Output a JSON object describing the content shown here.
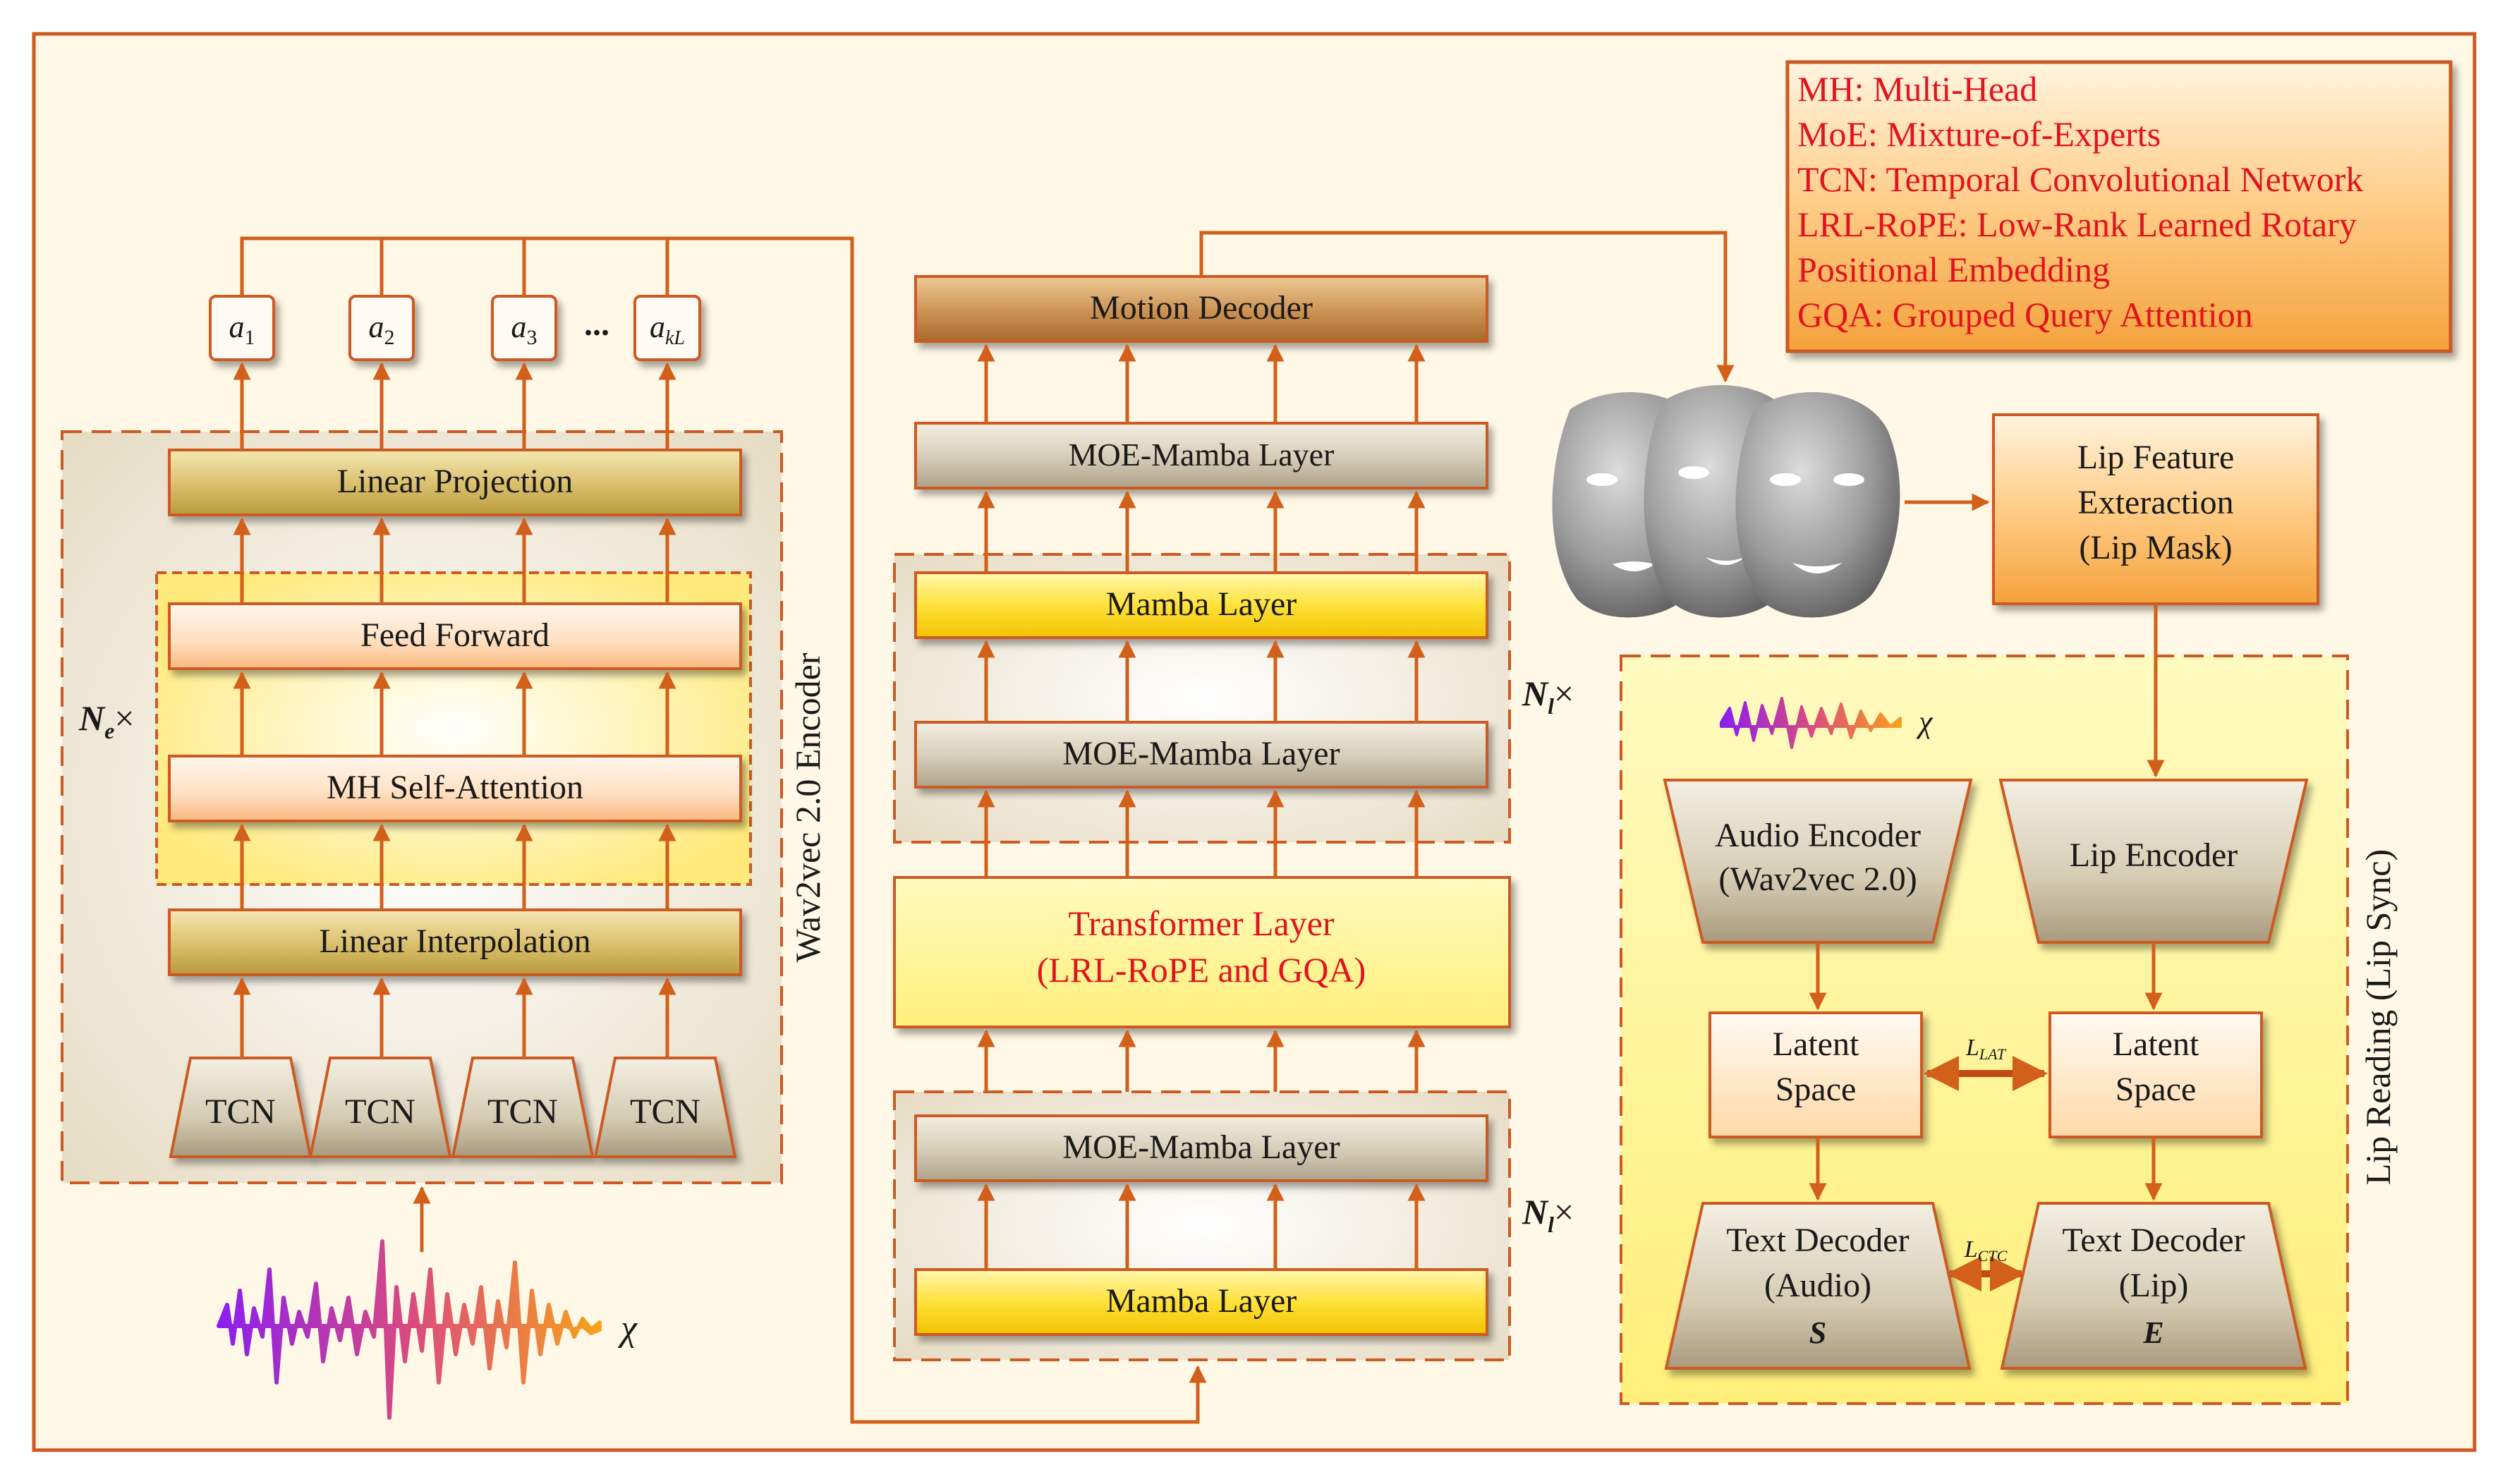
{
  "colors": {
    "arrow": "#d2601a",
    "frame": "#cc5a22",
    "legend_text": "#e0141e",
    "background": "#fff8e6"
  },
  "legend": [
    "MH: Multi-Head",
    "MoE: Mixture-of-Experts",
    "TCN: Temporal Convolutional Network",
    "LRL-RoPE: Low-Rank Learned Rotary",
    "Positional Embedding",
    "GQA: Grouped Query Attention"
  ],
  "encoder": {
    "outputs": [
      "a",
      "a",
      "a",
      "a"
    ],
    "output_subs": [
      "1",
      "2",
      "3",
      "kL"
    ],
    "ellipsis": "...",
    "linear_projection": "Linear Projection",
    "feed_forward": "Feed Forward",
    "mh_attention": "MH Self-Attention",
    "linear_interpolation": "Linear Interpolation",
    "tcn": [
      "TCN",
      "TCN",
      "TCN",
      "TCN"
    ],
    "repeat_base": "N",
    "repeat_sub": "e",
    "repeat_suffix": "×",
    "side_label": "Wav2vec 2.0 Encoder",
    "audio_symbol": "χ"
  },
  "decoder": {
    "motion_decoder": "Motion Decoder",
    "moe_mamba_top": "MOE-Mamba Layer",
    "mamba_upper": "Mamba Layer",
    "moe_mamba_upper": "MOE-Mamba Layer",
    "transformer_line1": "Transformer Layer",
    "transformer_line2": "(LRL-RoPE and GQA)",
    "moe_mamba_lower": "MOE-Mamba Layer",
    "mamba_lower": "Mamba Layer",
    "repeat_base": "N",
    "repeat_sub": "l",
    "repeat_suffix": "×"
  },
  "lip": {
    "feature_line1": "Lip Feature",
    "feature_line2": "Exteraction",
    "feature_line3": "(Lip Mask)",
    "audio_symbol": "χ",
    "audio_encoder_line1": "Audio Encoder",
    "audio_encoder_line2": "(Wav2vec 2.0)",
    "lip_encoder": "Lip Encoder",
    "latent_left_line1": "Latent",
    "latent_left_line2": "Space",
    "latent_right_line1": "Latent",
    "latent_right_line2": "Space",
    "loss_lat_base": "L",
    "loss_lat_sub": "LAT",
    "loss_ctc_base": "L",
    "loss_ctc_sub": "CTC",
    "text_dec_audio_line1": "Text Decoder",
    "text_dec_audio_line2": "(Audio)",
    "text_dec_audio_symbol": "S",
    "text_dec_lip_line1": "Text Decoder",
    "text_dec_lip_line2": "(Lip)",
    "text_dec_lip_symbol": "E",
    "side_label": "Lip Reading (Lip Sync)"
  }
}
